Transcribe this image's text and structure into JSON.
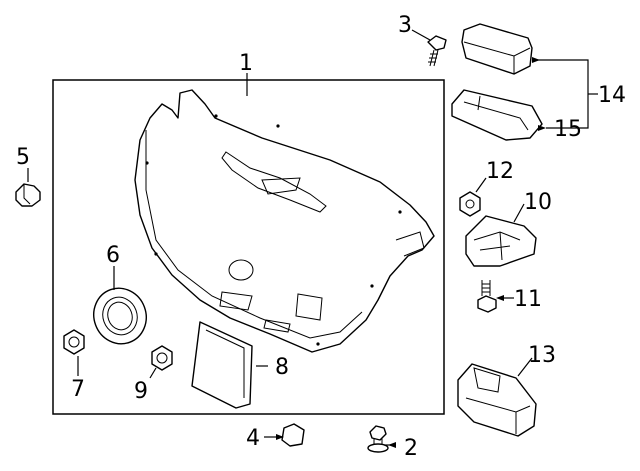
{
  "callouts": {
    "c1": "1",
    "c2": "2",
    "c3": "3",
    "c4": "4",
    "c5": "5",
    "c6": "6",
    "c7": "7",
    "c8": "8",
    "c9": "9",
    "c10": "10",
    "c11": "11",
    "c12": "12",
    "c13": "13",
    "c14": "14",
    "c15": "15"
  },
  "parts": {
    "p1": "trunk-lid-trim-panel",
    "p2": "push-clip-fastener",
    "p3": "screw",
    "p4": "clip",
    "p5": "grommet",
    "p6": "speaker-bezel",
    "p7": "flange-nut",
    "p8": "trim-cover",
    "p9": "nut",
    "p10": "trunk-lock-actuator",
    "p11": "bolt",
    "p12": "nut",
    "p13": "trunk-release-switch",
    "p14": "lamp-assembly",
    "p15": "lamp-housing"
  }
}
